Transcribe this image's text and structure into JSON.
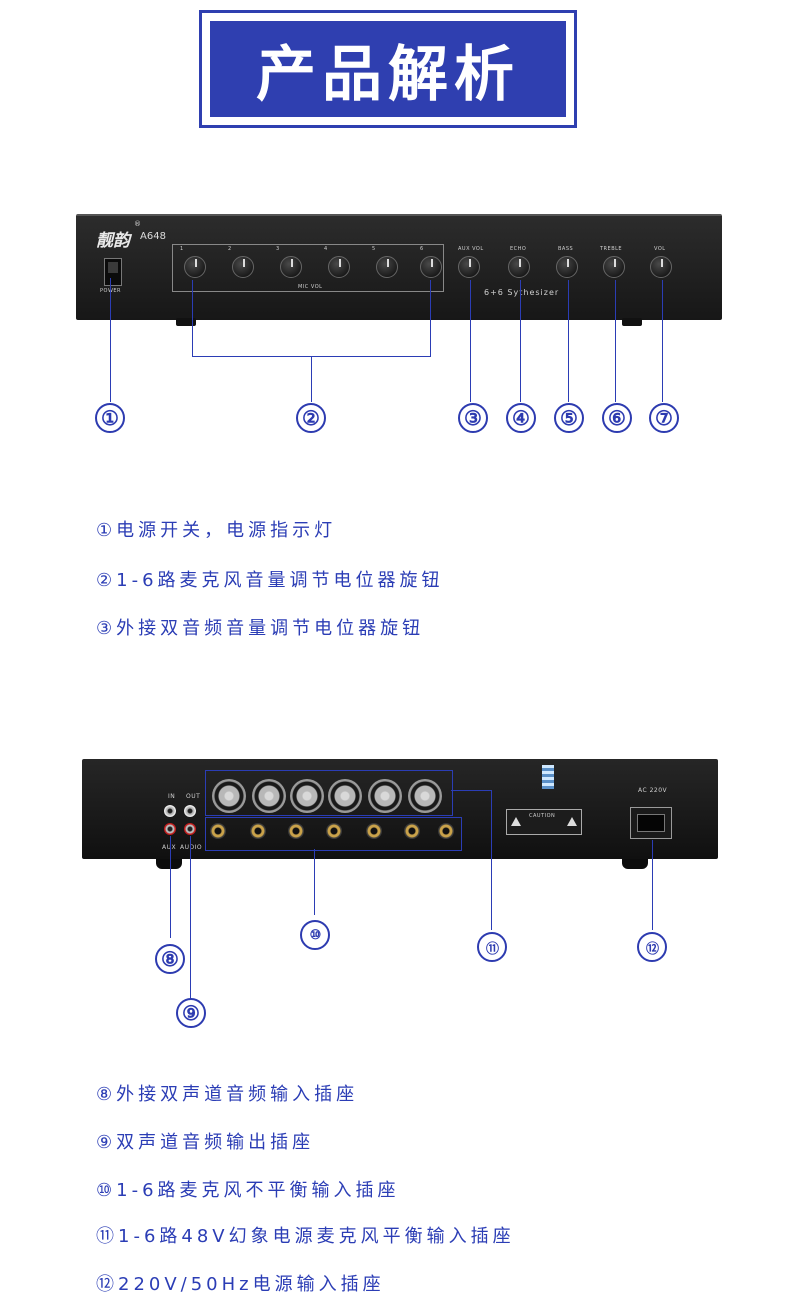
{
  "title": "产品解析",
  "front_panel": {
    "brand": "靓韵",
    "brand_reg": "®",
    "model": "A648",
    "power_label": "POWER",
    "mic_vol_label": "MIC VOL",
    "mic_channel_labels": [
      "1",
      "2",
      "3",
      "4",
      "5",
      "6"
    ],
    "control_labels": [
      "AUX VOL",
      "ECHO",
      "BASS",
      "TREBLE",
      "VOL"
    ],
    "synth_label": "6+6 Sythesizer"
  },
  "front_callouts": [
    "①",
    "②",
    "③",
    "④",
    "⑤",
    "⑥",
    "⑦"
  ],
  "front_descriptions": [
    "①电源开关，电源指示灯",
    "②1-6路麦克风音量调节电位器旋钮",
    "③外接双音频音量调节电位器旋钮"
  ],
  "rear_panel": {
    "in_label": "IN",
    "out_label": "OUT",
    "aux_label": "AUX",
    "audio_label": "AUDIO",
    "ac_label": "AC 220V",
    "caution_label": "CAUTION"
  },
  "rear_callouts": [
    "⑧",
    "⑨",
    "⑩",
    "⑪",
    "⑫"
  ],
  "rear_descriptions": [
    "⑧外接双声道音频输入插座",
    "⑨双声道音频输出插座",
    "⑩1-6路麦克风不平衡输入插座",
    "⑪1-6路48V幻象电源麦克风平衡输入插座",
    "⑫220V/50Hz电源输入插座"
  ],
  "colors": {
    "accent": "#2f3fb0",
    "panel": "#1c1c1c"
  }
}
